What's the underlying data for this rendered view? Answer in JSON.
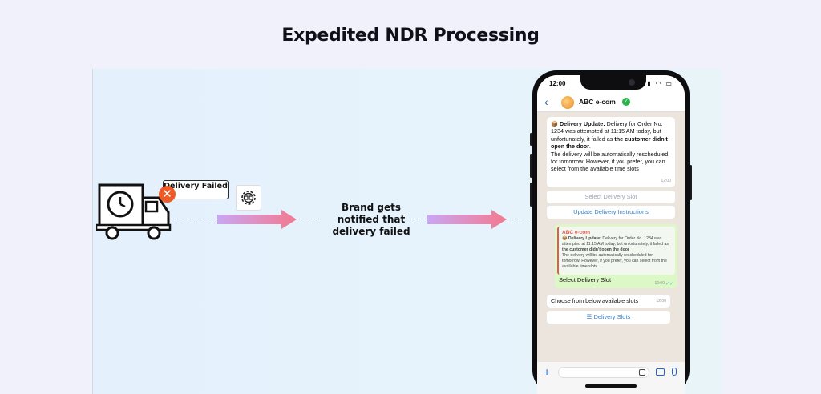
{
  "title": "Expedited NDR Processing",
  "flow": {
    "failed_tag": "Delivery Failed",
    "brand_text": "Brand gets notified that delivery failed",
    "icons": [
      "truck-clock-icon",
      "close-icon",
      "gear-icon",
      "arrow-right-icon"
    ],
    "colors": {
      "badge": "#ef5b27",
      "arrow_start": "#c9a6f2",
      "arrow_end": "#f4798f"
    }
  },
  "phone": {
    "status_time": "12:00",
    "chat_name": "ABC e-com",
    "message": {
      "emoji": "📦",
      "label": "Delivery Update:",
      "text1": " Delivery for Order No. 1234 was attempted at 11:15 AM today, but unfortunately, it failed as ",
      "bold": "the customer didn't open the door",
      "text2": ".",
      "text3": "The delivery will be automatically rescheduled for tomorrow. However, if you prefer, you can select from the available time slots",
      "time": "12:00"
    },
    "quick_replies": [
      "Select Delivery Slot",
      "Update Delivery Instructions"
    ],
    "reply": {
      "quote_name": "ABC e-com",
      "quote_label": "Delivery Update:",
      "quote_text1": " Delivery for Order No. 1234 was attempted at 11:15 AM today, but unfortunately, it failed as ",
      "quote_bold": "the customer didn't open the door",
      "quote_text2": "The delivery will be automatically rescheduled for tomorrow. However, if you prefer, you can select from the available time slots",
      "text": "Select Delivery Slot",
      "time": "12:00"
    },
    "choose": {
      "text": "Choose from below available slots",
      "time": "12:00"
    },
    "slots_button": "Delivery Slots"
  }
}
